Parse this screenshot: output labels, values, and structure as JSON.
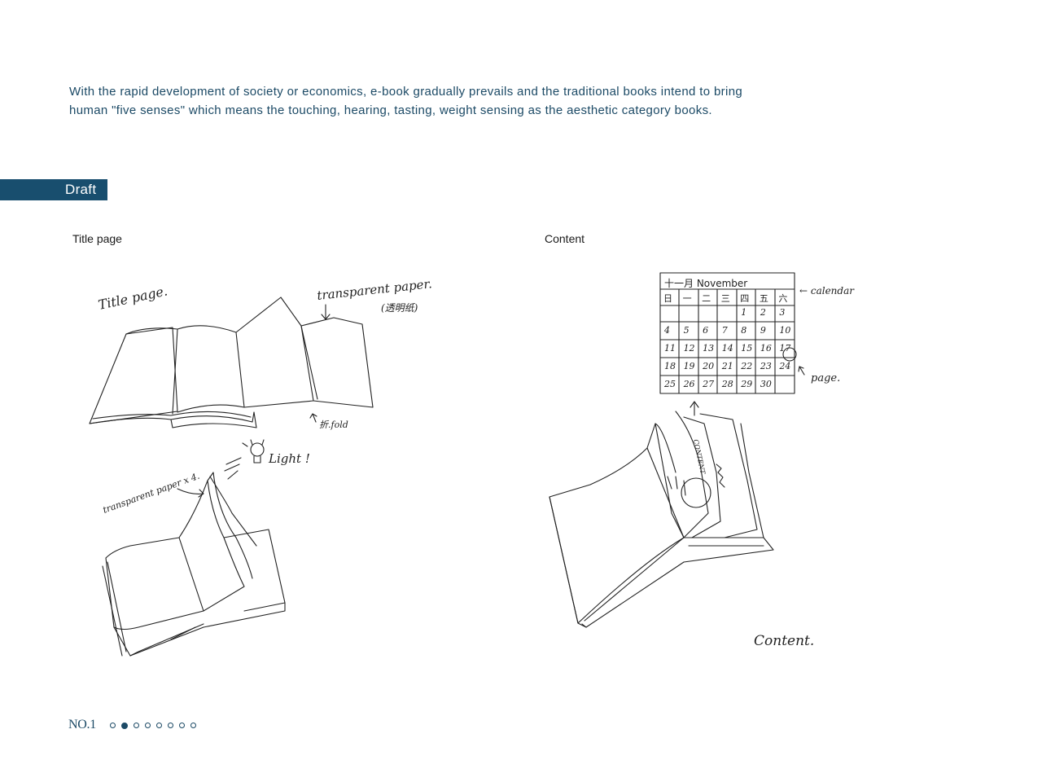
{
  "intro": {
    "text": "With the rapid development of society or economics, e-book gradually prevails and the traditional books intend to bring human \"five senses\" which means the touching, hearing, tasting, weight sensing as the aesthetic category books."
  },
  "section": {
    "label": "Draft"
  },
  "sketches": {
    "left": {
      "label": "Title page",
      "annotations": {
        "title_page": "Title page.",
        "transparent_paper": "transparent paper.",
        "transparent_paper_cn": "(透明纸)",
        "fold": "折.fold",
        "transparent_paper_x4": "transparent paper x 4.",
        "light": "Light !"
      }
    },
    "right": {
      "label": "Content",
      "annotations": {
        "calendar": "← calendar",
        "page": "page.",
        "content_tab": "CONTENT",
        "content": "Content."
      },
      "calendar": {
        "title": "十一月 November",
        "weekdays": [
          "日",
          "一",
          "二",
          "三",
          "四",
          "五",
          "六"
        ],
        "days": [
          "1",
          "2",
          "3",
          "4",
          "5",
          "6",
          "7",
          "8",
          "9",
          "10",
          "11",
          "12",
          "13",
          "14",
          "15",
          "16",
          "17",
          "18",
          "19",
          "20",
          "21",
          "22",
          "23",
          "24",
          "25",
          "26",
          "27",
          "28",
          "29",
          "30"
        ]
      }
    }
  },
  "footer": {
    "page_no": "NO.1",
    "dots_total": 8,
    "dots_active": 1
  },
  "colors": {
    "accent": "#184e6e",
    "text": "#1c4a66",
    "sketch": "#222222"
  }
}
